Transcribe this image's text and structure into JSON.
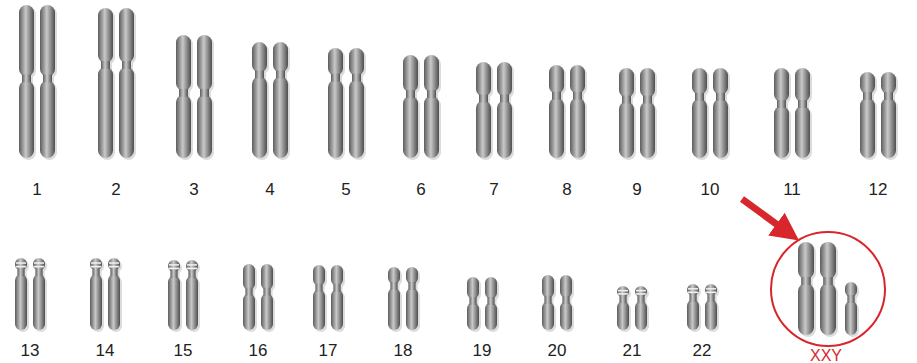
{
  "diagram": {
    "labels": [
      "1",
      "2",
      "3",
      "4",
      "5",
      "6",
      "7",
      "8",
      "9",
      "10",
      "11",
      "12",
      "13",
      "14",
      "15",
      "16",
      "17",
      "18",
      "19",
      "20",
      "21",
      "22",
      "XXY"
    ]
  }
}
